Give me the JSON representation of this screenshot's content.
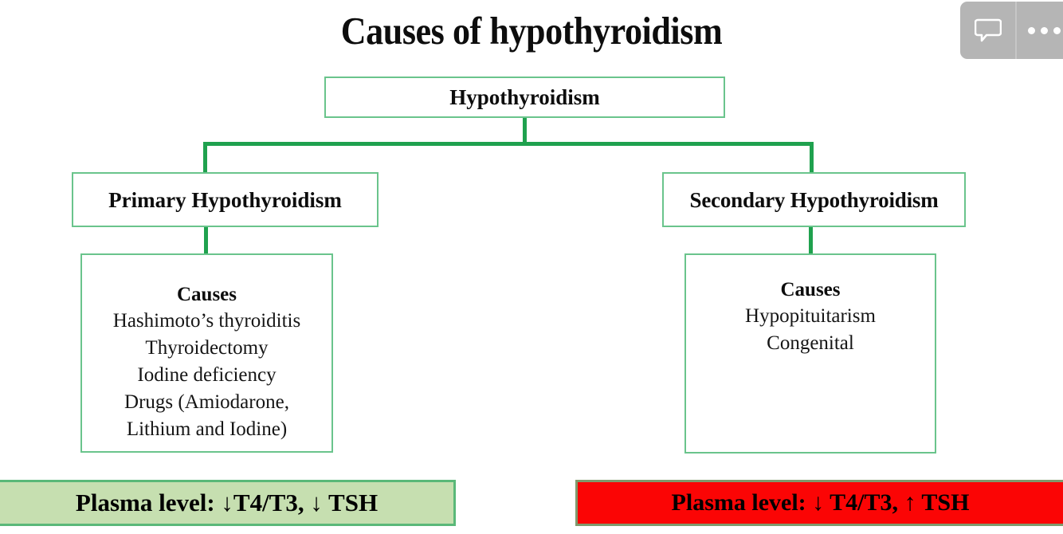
{
  "slide": {
    "title": "Causes of hypothyroidism",
    "accent_green": "#1fa14e",
    "box_border_green": "#6ac48c",
    "plasma_green_fill": "#c6dfb0",
    "plasma_red_fill": "#fb0505"
  },
  "toolbar": {
    "comment_icon": "comment-bubble-icon",
    "more_icon": "more-options-icon",
    "background": "#b5b5b5"
  },
  "chart_data": {
    "type": "diagram",
    "title": "Causes of hypothyroidism",
    "root": {
      "label": "Hypothyroidism"
    },
    "branches": [
      {
        "label": "Primary Hypothyroidism",
        "causes_heading": "Causes",
        "causes": [
          "Hashimoto’s thyroiditis",
          "Thyroidectomy",
          "Iodine deficiency",
          "Drugs (Amiodarone,",
          "Lithium and Iodine)"
        ],
        "plasma_level": "Plasma level: ↓T4/T3, ↓ TSH",
        "plasma_style": "green"
      },
      {
        "label": "Secondary Hypothyroidism",
        "causes_heading": "Causes",
        "causes": [
          "Hypopituitarism",
          "Congenital"
        ],
        "plasma_level": "Plasma level: ↓ T4/T3, ↑ TSH",
        "plasma_style": "red"
      }
    ]
  }
}
